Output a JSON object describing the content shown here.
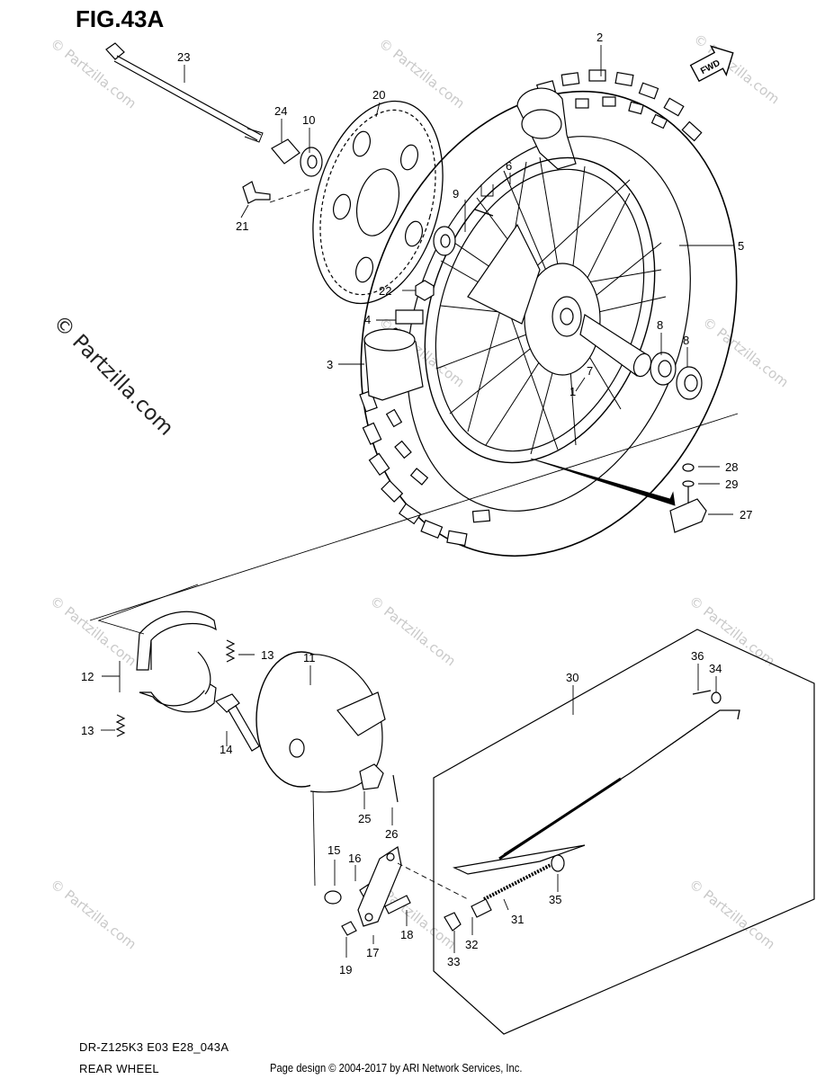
{
  "figure_title": "FIG.43A",
  "fwd_badge": "FWD",
  "watermark": "© Partzilla.com",
  "watermark_small": "© Partzilla.com",
  "model_code": "DR-Z125K3 E03 E28_043A",
  "section_name": "REAR WHEEL",
  "page_credit": "Page design © 2004-2017 by ARI Network Services, Inc.",
  "callouts": {
    "c1": "1",
    "c2": "2",
    "c3": "3",
    "c4": "4",
    "c5": "5",
    "c6": "6",
    "c7": "7",
    "c8a": "8",
    "c8b": "8",
    "c9": "9",
    "c10": "10",
    "c11": "11",
    "c12": "12",
    "c13a": "13",
    "c13b": "13",
    "c14": "14",
    "c15": "15",
    "c16": "16",
    "c17": "17",
    "c18": "18",
    "c19": "19",
    "c20": "20",
    "c21": "21",
    "c22": "22",
    "c23": "23",
    "c24": "24",
    "c25": "25",
    "c26": "26",
    "c27": "27",
    "c28": "28",
    "c29": "29",
    "c30": "30",
    "c31": "31",
    "c32": "32",
    "c33": "33",
    "c34": "34",
    "c35": "35",
    "c36": "36"
  }
}
